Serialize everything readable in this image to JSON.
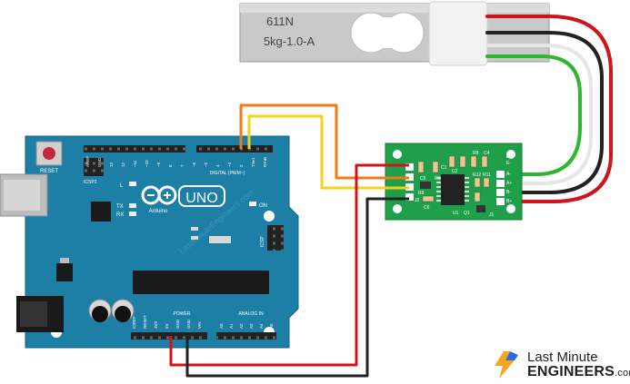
{
  "load_cell": {
    "model": "611N",
    "rating": "5kg-1.0-A"
  },
  "hx711": {
    "left_pins": [
      "GND",
      "DT",
      "SCK",
      "VCC"
    ],
    "right_pins": [
      "E+",
      "E-",
      "A-",
      "A+",
      "B-",
      "B+"
    ],
    "silk": [
      "C5",
      "C1",
      "C2",
      "R8",
      "C4",
      "R9",
      "R1",
      "R12",
      "R11",
      "U1",
      "C6",
      "Q1",
      "J2",
      "J1"
    ]
  },
  "arduino": {
    "board_name": "UNO",
    "maker": "Arduino",
    "reset_label": "RESET",
    "icsp_label": "ICSP2",
    "icsp_label_right": "ICSP",
    "digital_label": "DIGITAL (PWM~)",
    "led_labels": [
      "L",
      "TX",
      "RX"
    ],
    "on_label": "ON",
    "power_label": "POWER",
    "analog_label": "ANALOG IN",
    "top_header_labels": [
      "AREF",
      "GND",
      "13",
      "12",
      "~11",
      "~10",
      "~9",
      "8",
      "7",
      "~6",
      "~5",
      "4",
      "~3",
      "2",
      "TX▸1",
      "RX◂0"
    ],
    "power_pins": [
      "IOREF",
      "RESET",
      "3V3",
      "5V",
      "GND",
      "GND",
      "VIN"
    ],
    "analog_pins": [
      "A0",
      "A1",
      "A2",
      "A3",
      "A4",
      "A5"
    ]
  },
  "watermark": "LastMinuteEngineers.com",
  "brand": {
    "line1": "Last Minute",
    "line2": "ENGINEERS",
    "domain": ".com"
  },
  "wire_colors": {
    "red": "#d0141c",
    "black": "#222222",
    "white": "#f2f2f2",
    "green": "#2fb52f",
    "orange": "#f07a1a",
    "yellow": "#f4d21c",
    "board": "#1e7fa6",
    "module": "#1f9f4a"
  }
}
